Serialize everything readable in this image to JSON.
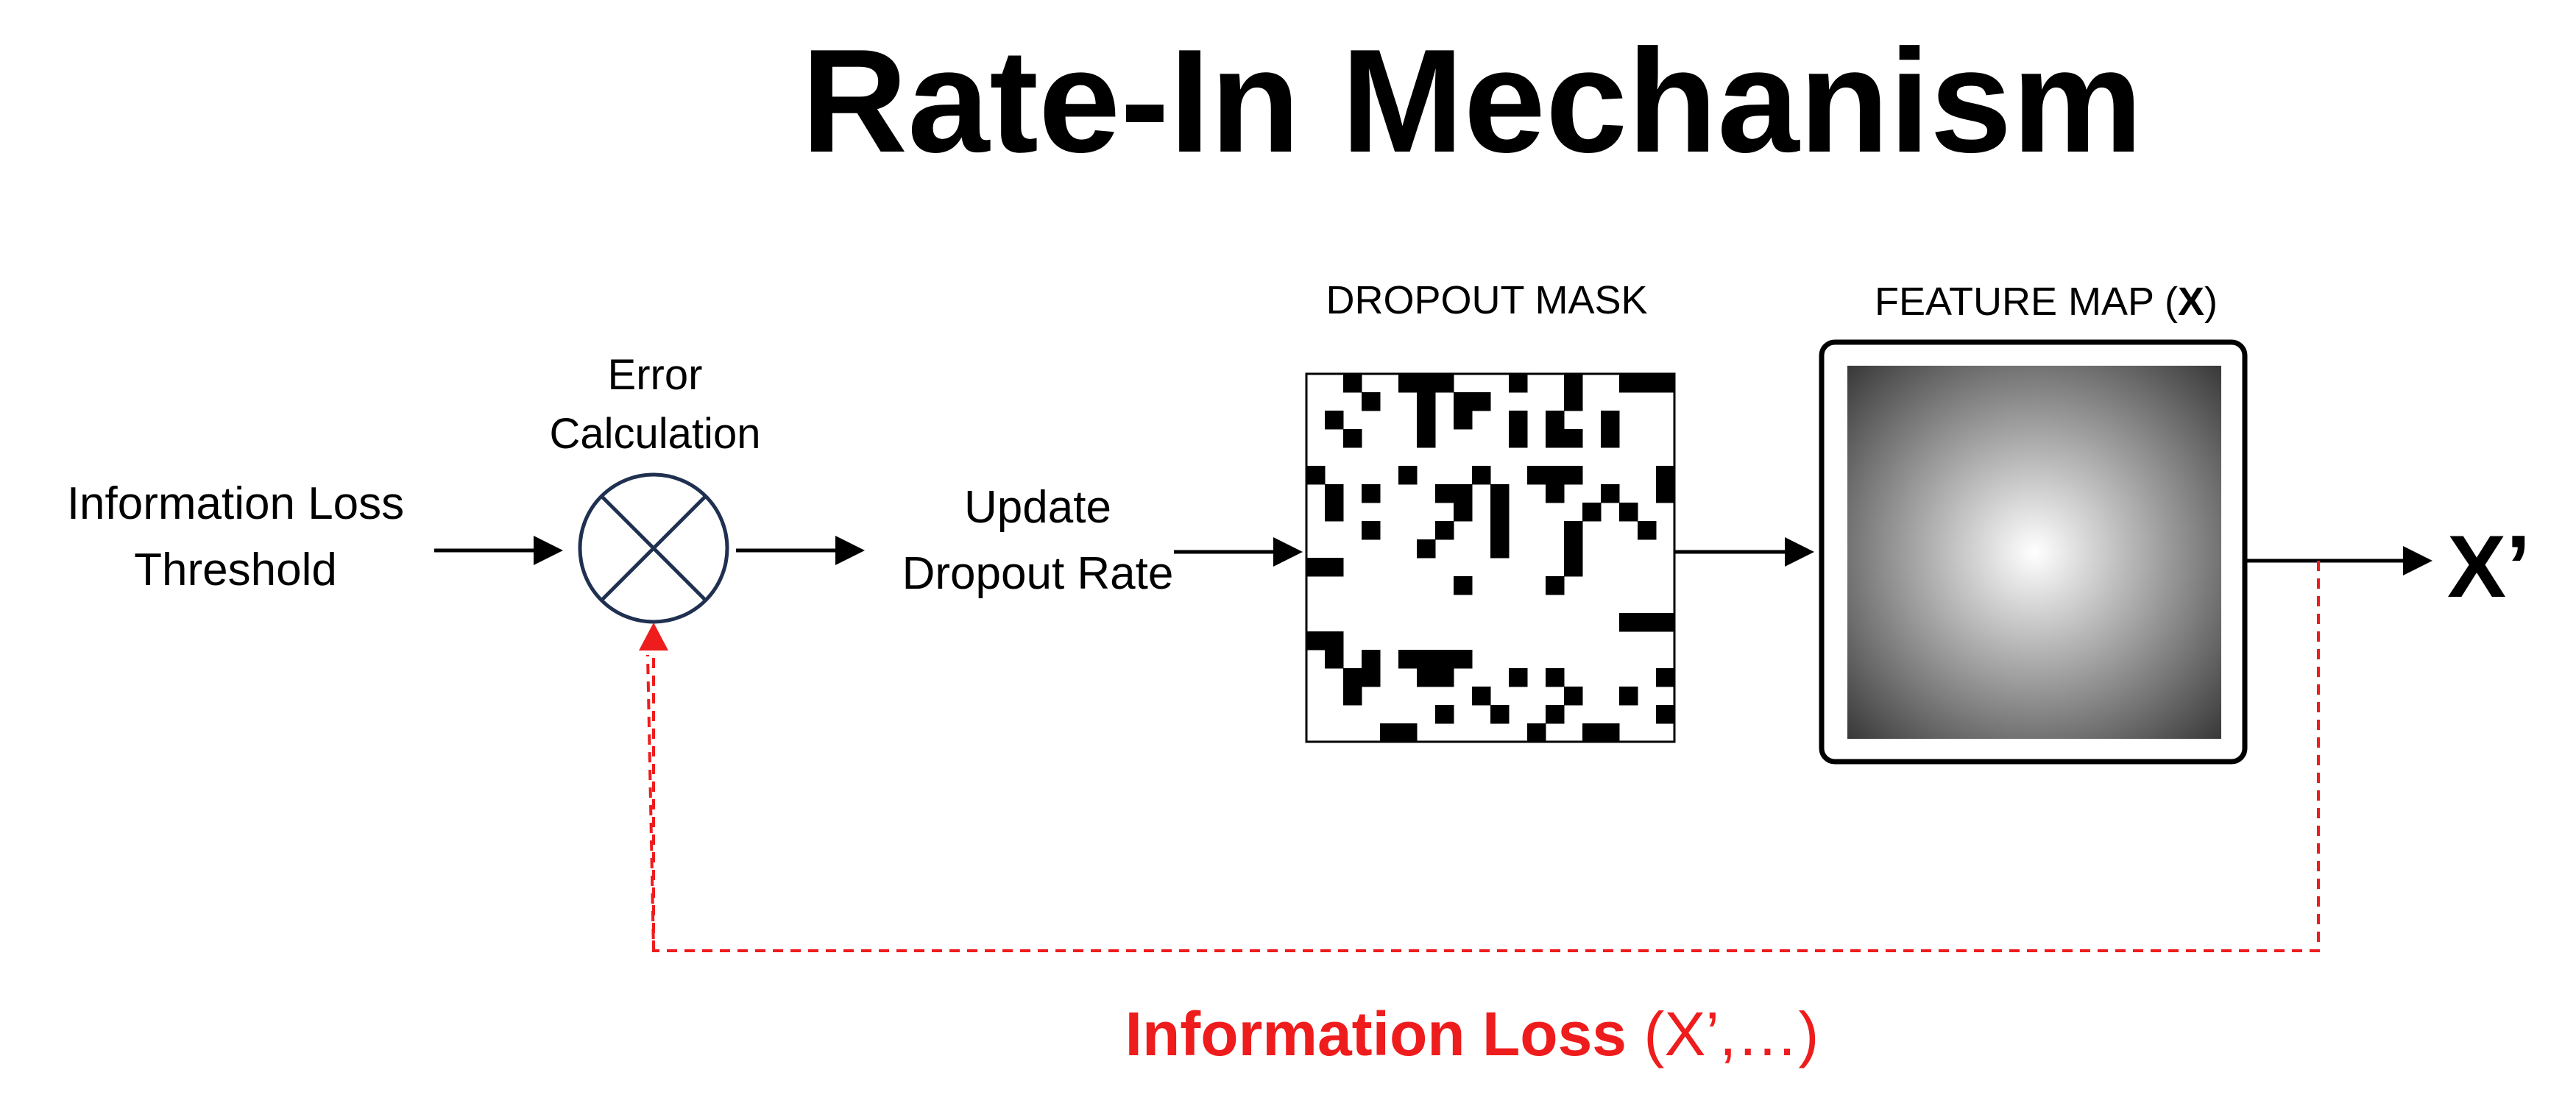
{
  "title": "Rate-In Mechanism",
  "threshold_label": {
    "line1": "Information Loss",
    "line2": "Threshold"
  },
  "error_label": {
    "line1": "Error",
    "line2": "Calculation"
  },
  "update_label": {
    "line1": "Update",
    "line2": "Dropout Rate"
  },
  "mask_header": "DROPOUT MASK",
  "feature_header": {
    "prefix": "FEATURE MAP (",
    "symbol": "X",
    "suffix": ")"
  },
  "output_label": "X’",
  "loss_label": {
    "bold": "Information Loss",
    "rest": " (X’,…)"
  },
  "colors": {
    "feedback": "#ee1c1c",
    "line": "#000000",
    "circle": "#1f3050"
  },
  "dropout_mask": {
    "rows": 20,
    "cols": 20,
    "cells": [
      "00100111000100100111",
      "00010010110000100000",
      "01000010100101001000",
      "00100010000101101000",
      "00000000000000000000",
      "10000100010011100001",
      "01010001101001001001",
      "01000000101000010100",
      "00010001001000100010",
      "00000010001000100000",
      "11000000000000100000",
      "00000000100001000000",
      "00000000000000000000",
      "00000000000000000111",
      "11000000000000000000",
      "01010111100000000000",
      "00110011000101000001",
      "00100000010000100100",
      "00000001001001000001",
      "00001100000010011000"
    ]
  }
}
